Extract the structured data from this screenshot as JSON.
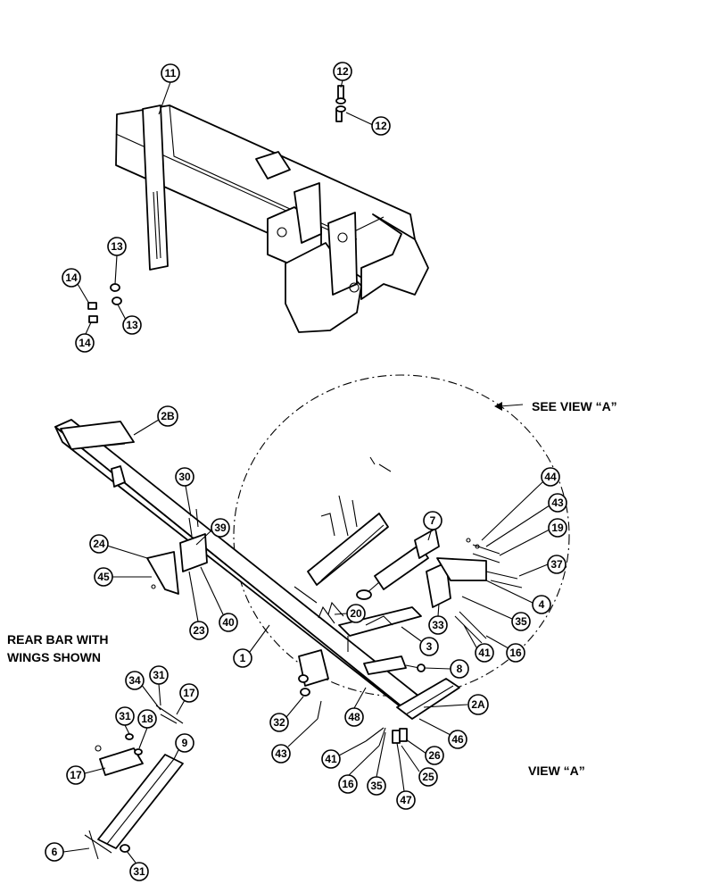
{
  "labels": {
    "see_view": "SEE VIEW “A”",
    "rear_bar_line1": "REAR BAR WITH",
    "rear_bar_line2": "WINGS SHOWN",
    "view_a": "VIEW “A”"
  },
  "callouts": {
    "c11": "11",
    "c12a": "12",
    "c12b": "12",
    "c13a": "13",
    "c13b": "13",
    "c14a": "14",
    "c14b": "14",
    "c2b": "2B",
    "c30": "30",
    "c39": "39",
    "c24": "24",
    "c45": "45",
    "c23": "23",
    "c40": "40",
    "c1": "1",
    "c20": "20",
    "c3": "3",
    "c7": "7",
    "c44": "44",
    "c43a": "43",
    "c19": "19",
    "c37": "37",
    "c4": "4",
    "c33": "33",
    "c35a": "35",
    "c41a": "41",
    "c16a": "16",
    "c8": "8",
    "c2a": "2A",
    "c46": "46",
    "c32": "32",
    "c43b": "43",
    "c48": "48",
    "c41b": "41",
    "c16b": "16",
    "c35b": "35",
    "c26": "26",
    "c25": "25",
    "c47": "47",
    "c31a": "31",
    "c34": "34",
    "c17a": "17",
    "c31b": "31",
    "c18": "18",
    "c9": "9",
    "c17b": "17",
    "c6": "6",
    "c31c": "31"
  }
}
